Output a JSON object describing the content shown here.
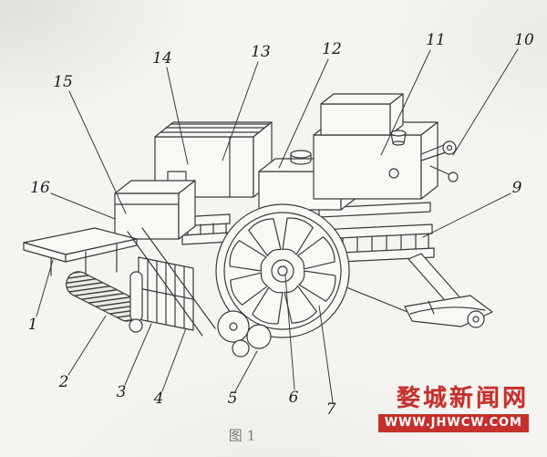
{
  "figure": {
    "caption": "图1",
    "callouts": [
      {
        "id": 1,
        "label": "1"
      },
      {
        "id": 2,
        "label": "2"
      },
      {
        "id": 3,
        "label": "3"
      },
      {
        "id": 4,
        "label": "4"
      },
      {
        "id": 5,
        "label": "5"
      },
      {
        "id": 6,
        "label": "6"
      },
      {
        "id": 7,
        "label": "7"
      },
      {
        "id": 9,
        "label": "9"
      },
      {
        "id": 10,
        "label": "10"
      },
      {
        "id": 11,
        "label": "11"
      },
      {
        "id": 12,
        "label": "12"
      },
      {
        "id": 13,
        "label": "13"
      },
      {
        "id": 14,
        "label": "14"
      },
      {
        "id": 15,
        "label": "15"
      },
      {
        "id": 16,
        "label": "16"
      }
    ],
    "watermark": {
      "site_name": "婺城新闻网",
      "site_url": "WWW.JHWCW.COM",
      "accent_color": "#c5302c"
    },
    "drawing": {
      "line_color": "#3a3a3a"
    }
  }
}
